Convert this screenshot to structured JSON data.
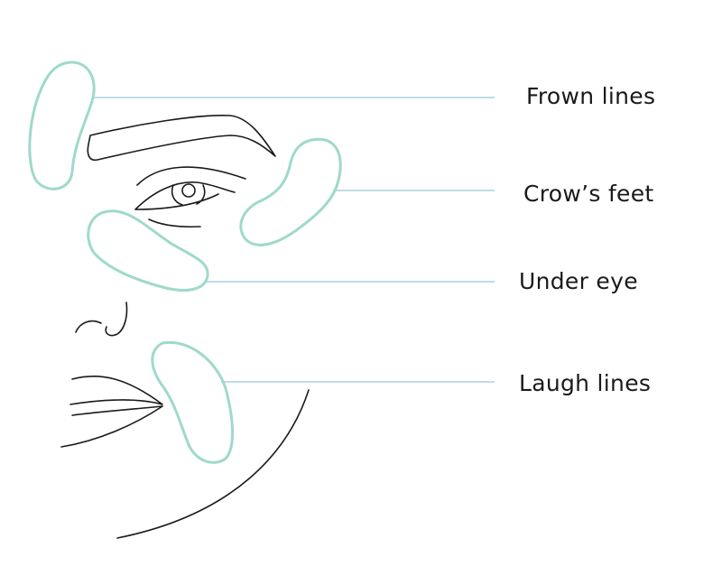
{
  "labels": [
    "Frown lines",
    "Crow’s feet",
    "Under eye",
    "Laugh lines"
  ],
  "colors": {
    "patch": "#9fd9cb",
    "leader": "#a9d0e2",
    "ink": "#1a1a1a"
  }
}
